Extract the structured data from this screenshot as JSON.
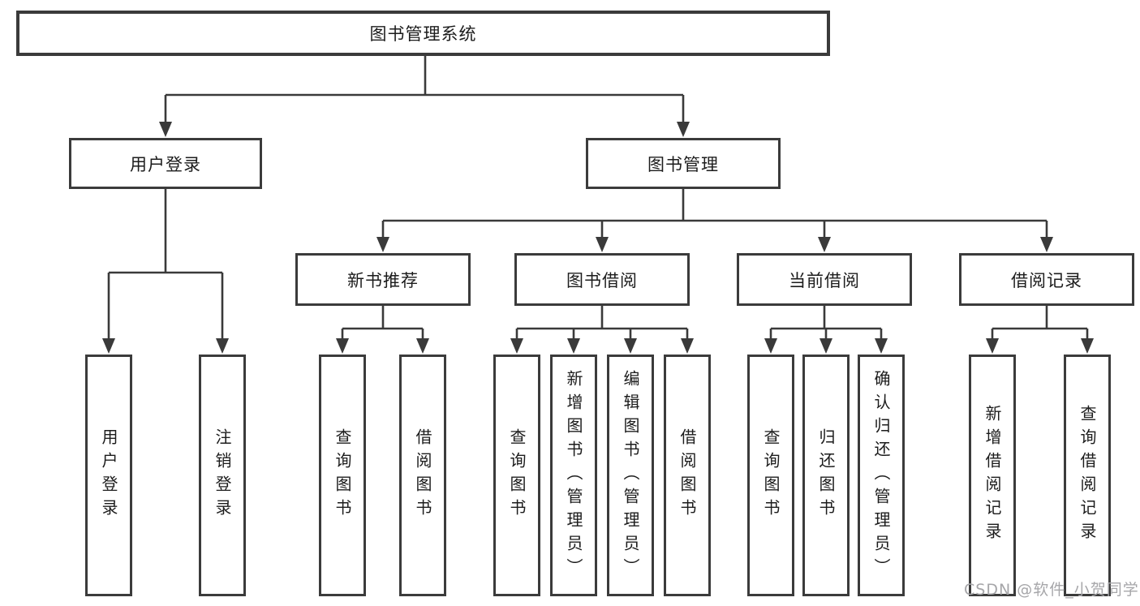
{
  "tree": {
    "label": "图书管理系统",
    "children": [
      {
        "label": "用户登录",
        "children": [
          {
            "label": "用户登录"
          },
          {
            "label": "注销登录"
          }
        ]
      },
      {
        "label": "图书管理",
        "children": [
          {
            "label": "新书推荐",
            "children": [
              {
                "label": "查询图书"
              },
              {
                "label": "借阅图书"
              }
            ]
          },
          {
            "label": "图书借阅",
            "children": [
              {
                "label": "查询图书"
              },
              {
                "label": "新增图书（管理员）"
              },
              {
                "label": "编辑图书（管理员）"
              },
              {
                "label": "借阅图书"
              }
            ]
          },
          {
            "label": "当前借阅",
            "children": [
              {
                "label": "查询图书"
              },
              {
                "label": "归还图书"
              },
              {
                "label": "确认归还（管理员）"
              }
            ]
          },
          {
            "label": "借阅记录",
            "children": [
              {
                "label": "新增借阅记录"
              },
              {
                "label": "查询借阅记录"
              }
            ]
          }
        ]
      }
    ]
  },
  "watermark": "CSDN @软件_小贺同学",
  "colors": {
    "line": "#3a3a3a",
    "box_border": "#3b3b3b",
    "text": "#1c1c1c",
    "watermark": "#a6a6a9",
    "background": "#ffffff"
  }
}
